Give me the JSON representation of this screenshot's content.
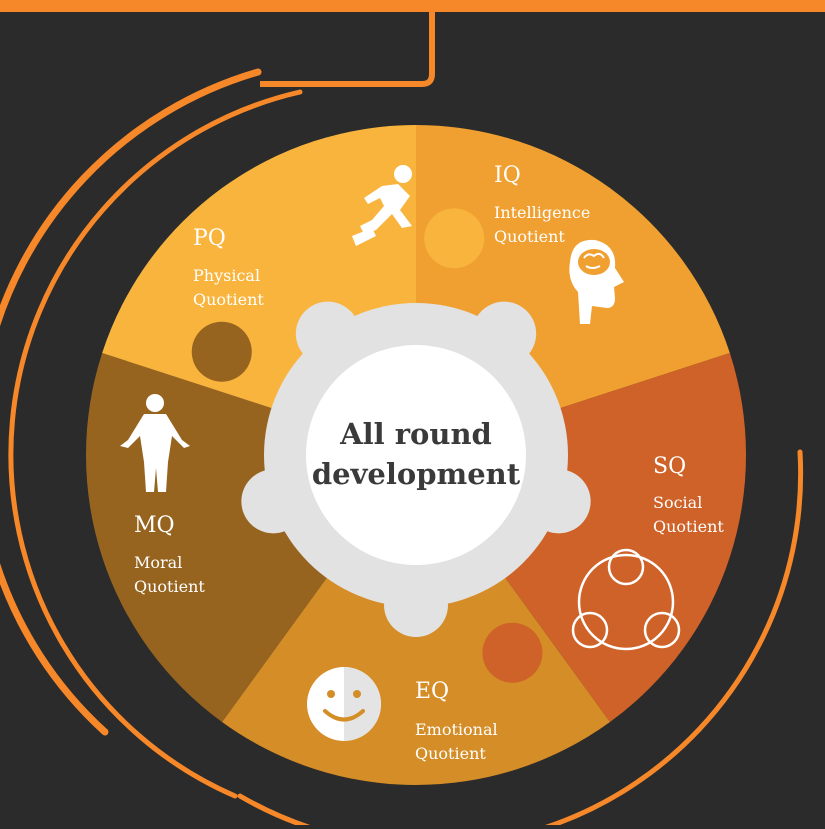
{
  "center": {
    "line1": "All round",
    "line2": "development"
  },
  "segments": [
    {
      "code": "IQ",
      "line1": "Intelligence",
      "line2": "Quotient",
      "icon": "brain-head-icon",
      "color": "#f0a030"
    },
    {
      "code": "SQ",
      "line1": "Social",
      "line2": "Quotient",
      "icon": "social-circles-icon",
      "color": "#cf6228"
    },
    {
      "code": "EQ",
      "line1": "Emotional",
      "line2": "Quotient",
      "icon": "smiley-face-icon",
      "color": "#d58d27"
    },
    {
      "code": "MQ",
      "line1": "Moral",
      "line2": "Quotient",
      "icon": "person-open-arms-icon",
      "color": "#976420"
    },
    {
      "code": "PQ",
      "line1": "Physical",
      "line2": "Quotient",
      "icon": "running-man-icon",
      "color": "#f9b43d"
    }
  ],
  "colors": {
    "background": "#2b2b2b",
    "accent_orange": "#f7882a",
    "hub_ring": "#e2e2e2",
    "hub_inner": "#ffffff",
    "center_text": "#3a3a3a",
    "label_text": "#ffffff"
  }
}
